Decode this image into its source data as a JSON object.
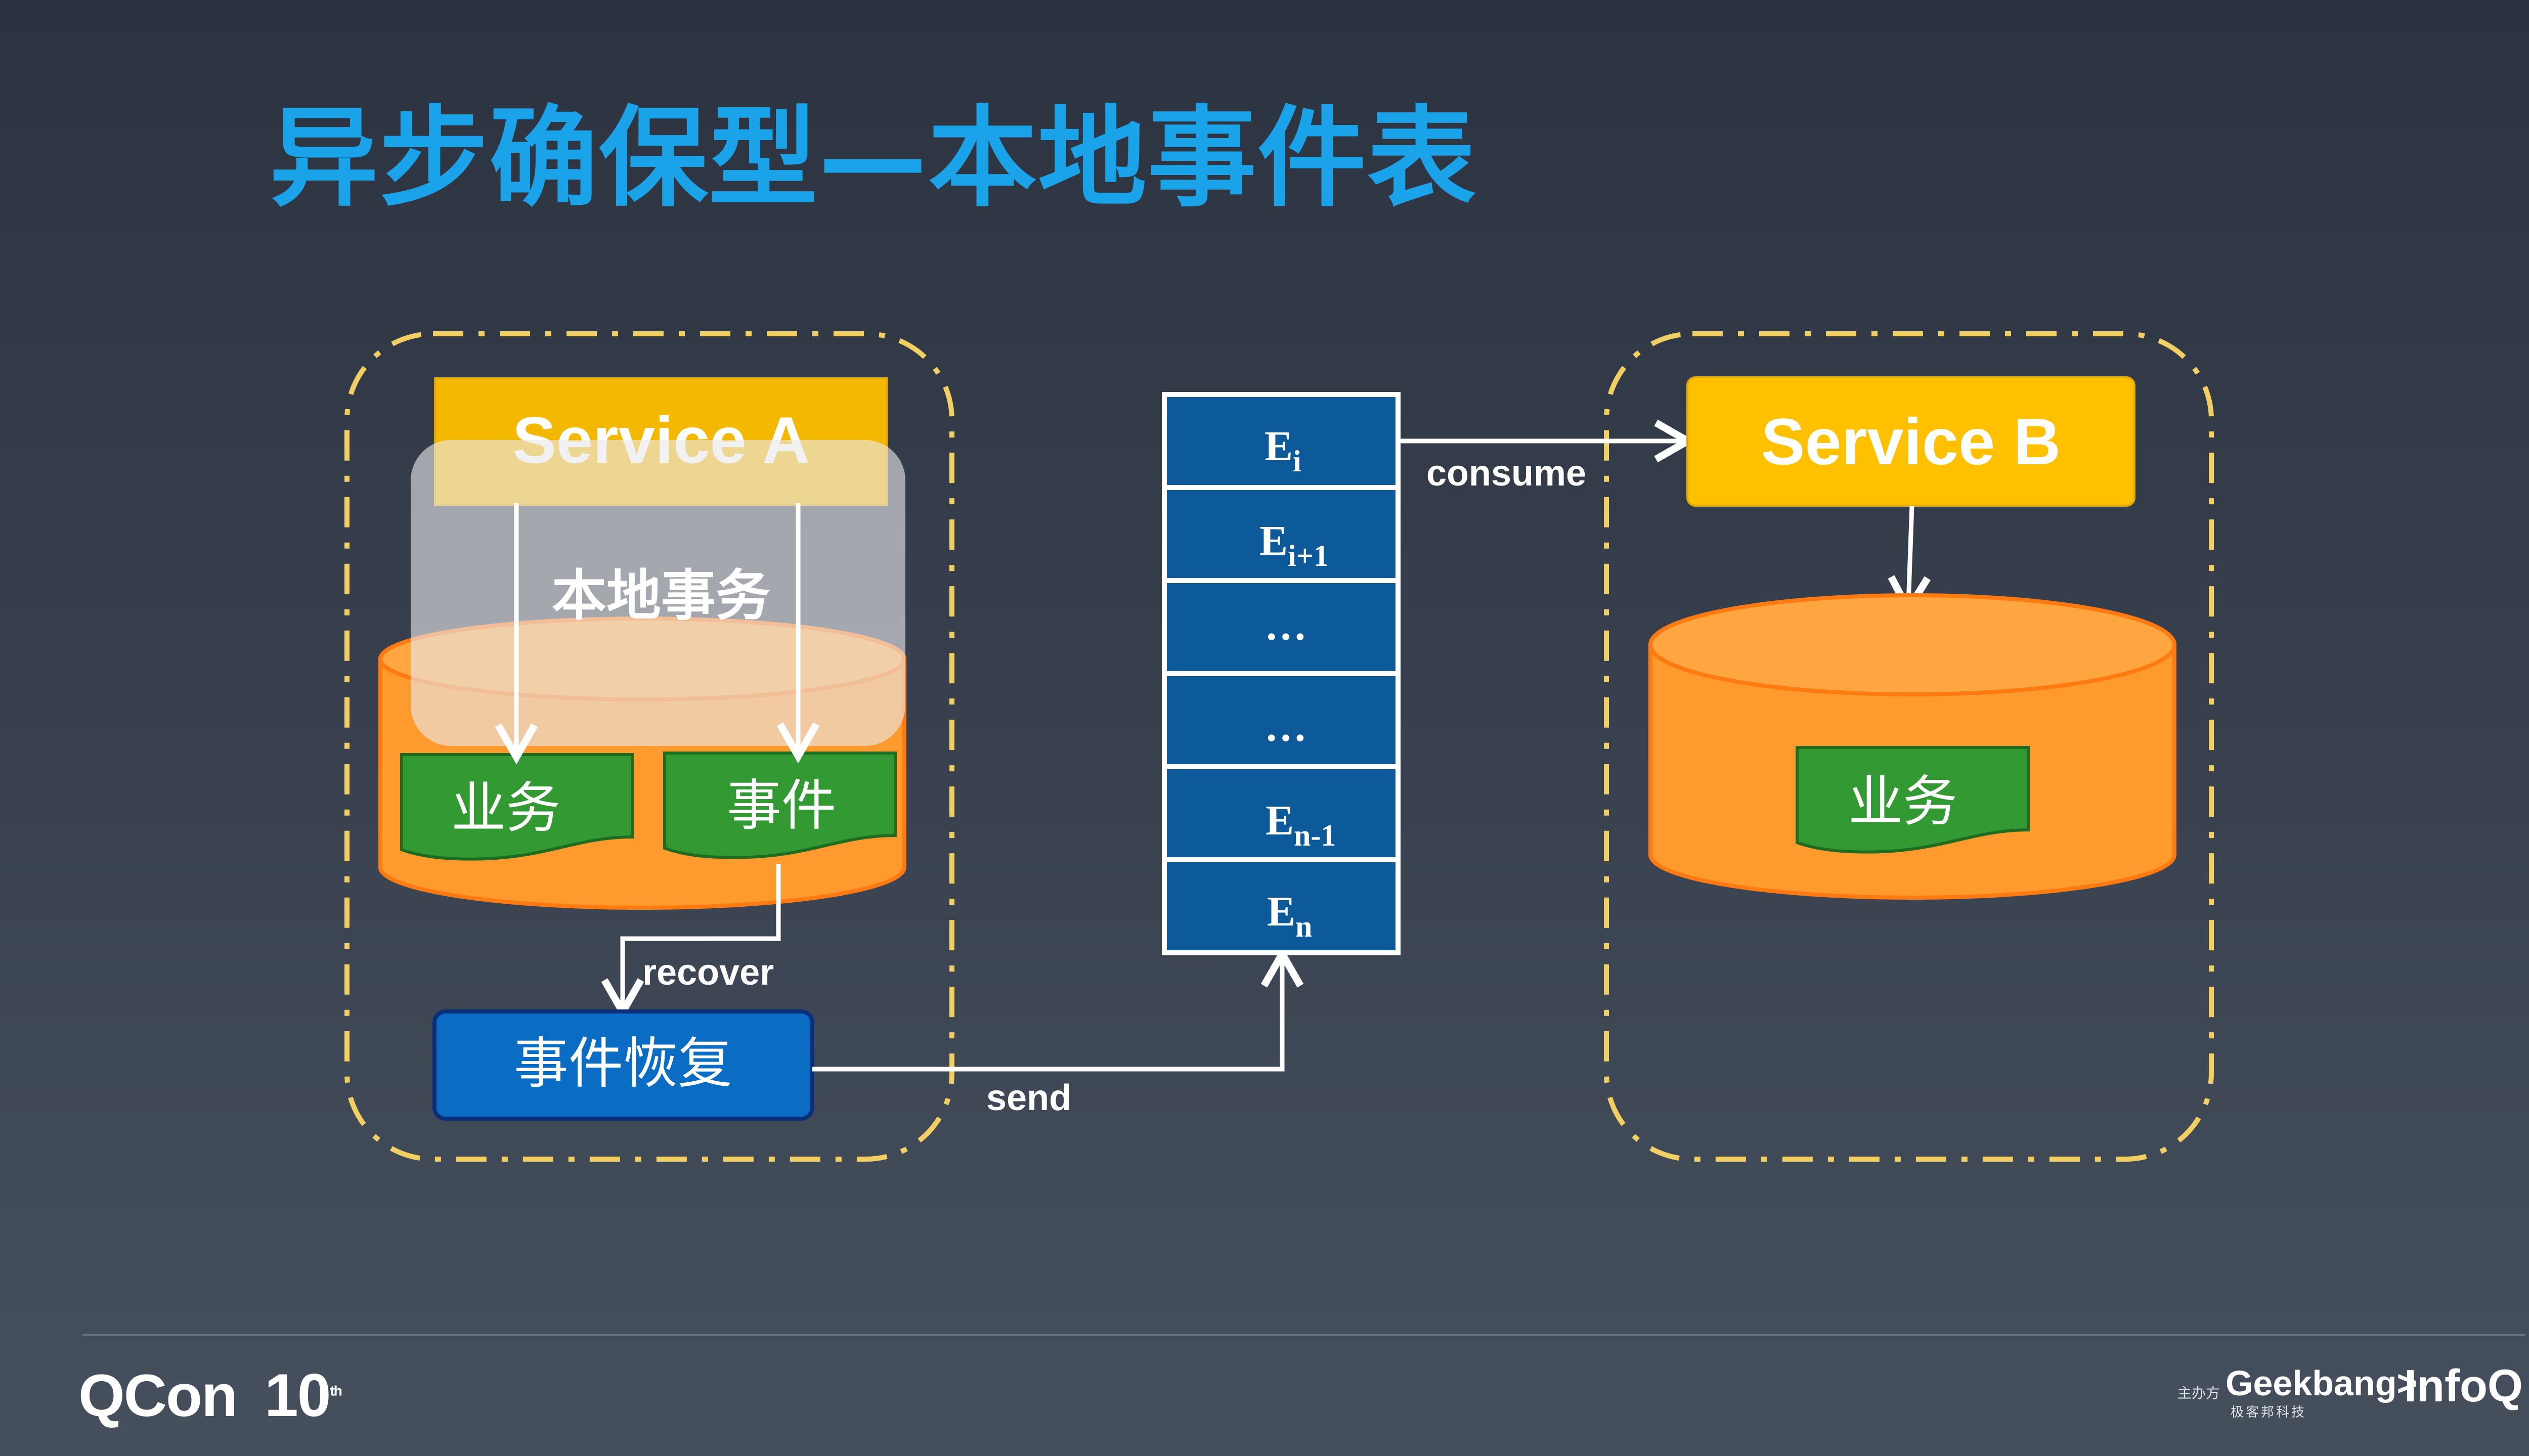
{
  "title": "异步确保型—本地事件表",
  "service_a": {
    "label": "Service A",
    "overlay_label": "本地事务",
    "doc_business": "业务",
    "doc_event": "事件"
  },
  "recover_label": "recover",
  "event_recovery": "事件恢复",
  "send_label": "send",
  "queue": {
    "items": [
      {
        "base": "E",
        "sub": "i"
      },
      {
        "base": "E",
        "sub": "i+1"
      },
      {
        "base": "…",
        "sub": ""
      },
      {
        "base": "…",
        "sub": ""
      },
      {
        "base": "E",
        "sub": "n-1"
      },
      {
        "base": "E",
        "sub": "n"
      }
    ]
  },
  "consume_label": "consume",
  "service_b": {
    "label": "Service B",
    "doc_business": "业务"
  },
  "footer": {
    "logo_qcon": "QCon",
    "logo_ten": "10",
    "logo_ten_sup": "th",
    "sponsor_label": "主办方",
    "logo_geekbang": "Geekbang>.",
    "logo_geekbang_sub": "极客邦科技",
    "logo_infoq": "InfoQ"
  },
  "colors": {
    "title": "#1aa3e8",
    "service_a_fill": "#f5b800",
    "service_b_fill": "#ffc000",
    "db_fill": "#ff9a2e",
    "db_stroke": "#ff7a10",
    "doc_fill": "#339933",
    "queue_fill": "#0d5a9a",
    "recovery_fill": "#0a6cc2",
    "dashed_border": "#f2cf62"
  }
}
